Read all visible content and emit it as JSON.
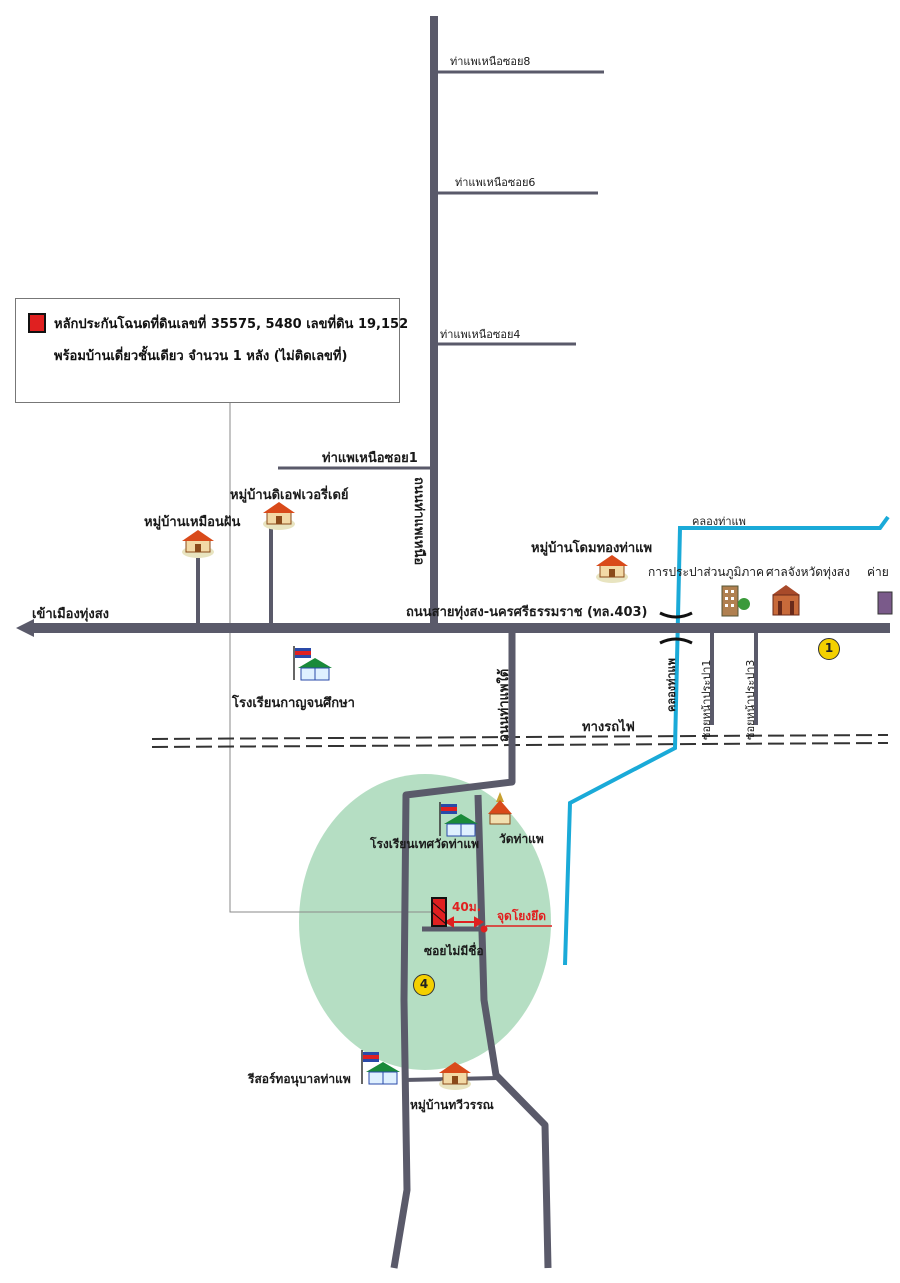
{
  "legend": {
    "line1": "หลักประกันโฉนดที่ดินเลขที่ 35575, 5480 เลขที่ดิน 19,152",
    "line2": "พร้อมบ้านเดี่ยวชั้นเดียว จำนวน 1 หลัง (ไม่ติดเลขที่)",
    "marker_color": "#e02020"
  },
  "roads": {
    "soi8": "ท่าแพเหนือซอย8",
    "soi6": "ท่าแพเหนือซอย6",
    "soi4": "ท่าแพเหนือซอย4",
    "soi1": "ท่าแพเหนือซอย1",
    "north_road": "ถนนท่าแพเหนือ",
    "main_road": "ถนนสายทุ่งสง-นครศรีธรรมราช (ทล.403)",
    "to_town": "เข้าเมืองทุ่งสง",
    "south_road": "ถนนท่าแพใต้",
    "railway": "ทางรถไฟ",
    "soi_prapa1": "ซอยหน้าประปา1",
    "soi_prapa3": "ซอยหน้าประปา3",
    "unnamed_soi": "ซอยไม่มีชื่อ"
  },
  "water": {
    "canal_top": "คลองท่าแพ",
    "canal_vertical": "คลองท่าแพ",
    "color": "#1aaad8"
  },
  "places": {
    "village_muean_fan": "หมู่บ้านเหมือนฝัน",
    "village_diff": "หมู่บ้านดิเอฟเวอรี่เดย์",
    "village_dome": "หมู่บ้านโดมทองท่าแพ",
    "waterworks": "การประปาส่วนภูมิภาค",
    "court": "ศาลจังหวัดทุ่งสง",
    "camp": "ค่าย",
    "school_kanchana": "โรงเรียนกาญจนศึกษา",
    "school_temple": "โรงเรียนเทศวัดท่าแพ",
    "temple": "วัดท่าแพ",
    "resort": "รีสอร์ทอนุบาลท่าแพ",
    "village_thiwa": "หมู่บ้านทวีวรรณ"
  },
  "markers": {
    "distance": "40ม.",
    "junction": "จุดโยงยึด",
    "badge_1": "1",
    "badge_4": "4"
  },
  "colors": {
    "road": "#5a5a6a",
    "zone": "#a8d8b8",
    "badge": "#f4d000"
  }
}
